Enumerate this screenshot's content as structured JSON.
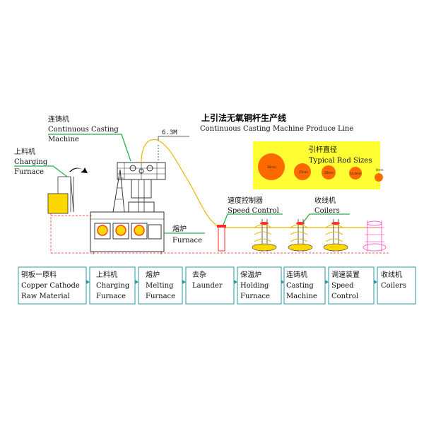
{
  "title": {
    "cn": "上引法无氧铜杆生产线",
    "en": "Continuous Casting Machine Produce Line"
  },
  "height_marker": "6.3M",
  "labels": {
    "casting_machine": {
      "cn": "连铸机",
      "en1": "Continuous Casting",
      "en2": "Machine"
    },
    "charging_furnace": {
      "cn": "上料机",
      "en1": "Charging",
      "en2": "Furnace"
    },
    "furnace": {
      "cn": "熔炉",
      "en": "Furnace"
    },
    "speed_control": {
      "cn": "速度控制器",
      "en": "Speed Control"
    },
    "coilers": {
      "cn": "收线机",
      "en": "Coilers"
    }
  },
  "rod_sizes": {
    "cn": "引杆直径",
    "en": "Typical Rod Sizes",
    "sizes": [
      "30mm",
      "25mm",
      "20mm",
      "14.4mm",
      "8mm"
    ],
    "colors": {
      "panel": "#ffff33",
      "circle": "#ff6a00"
    }
  },
  "colors": {
    "accent_green": "#22b14c",
    "furnace_fill": "#ffd700",
    "coil_fill": "#ffd700",
    "rod_line": "#e8b800"
  },
  "process_steps": [
    {
      "cn": "铜板一原料",
      "en": [
        "Copper Cathode",
        "Raw Material"
      ]
    },
    {
      "cn": "上料机",
      "en": [
        "Charging",
        "Furnace"
      ]
    },
    {
      "cn": "熔炉",
      "en": [
        "Melting",
        "Furnace"
      ]
    },
    {
      "cn": "去杂",
      "en": [
        "Launder"
      ]
    },
    {
      "cn": "保温炉",
      "en": [
        "Holding",
        "Furnace"
      ]
    },
    {
      "cn": "连铸机",
      "en": [
        "Casting",
        "Machine"
      ]
    },
    {
      "cn": "调速装置",
      "en": [
        "Speed",
        "Control"
      ]
    },
    {
      "cn": "收线机",
      "en": [
        "Coilers"
      ]
    }
  ]
}
